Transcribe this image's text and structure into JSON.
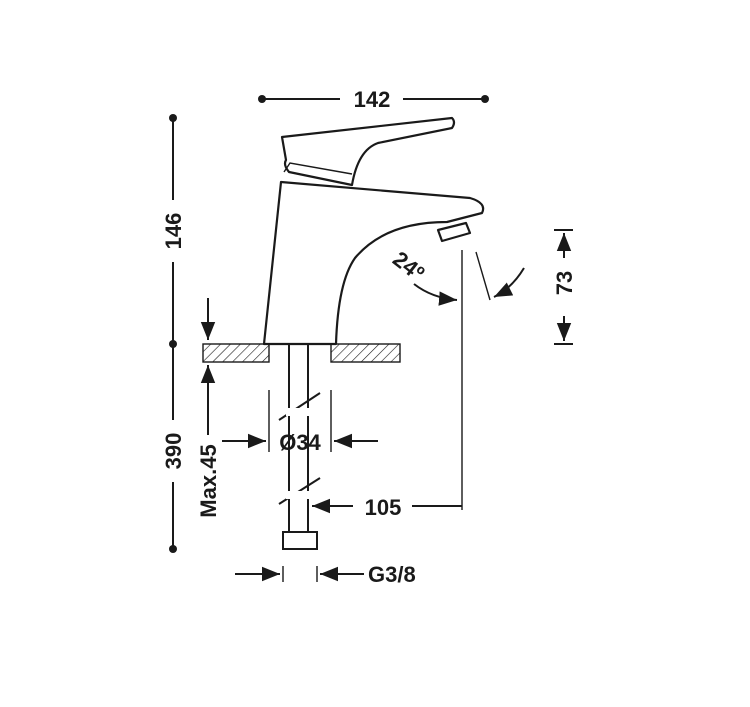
{
  "drawing": {
    "dimensions": {
      "overall_width": "142",
      "spout_height": "146",
      "outlet_height": "73",
      "spray_angle": "24º",
      "hose_length": "390",
      "max_deck_thickness": "Max.45",
      "hole_diameter": "Ø34",
      "spout_reach": "105",
      "connection_thread": "G3/8"
    },
    "colors": {
      "line": "#1a1a1a",
      "background": "#ffffff"
    }
  }
}
